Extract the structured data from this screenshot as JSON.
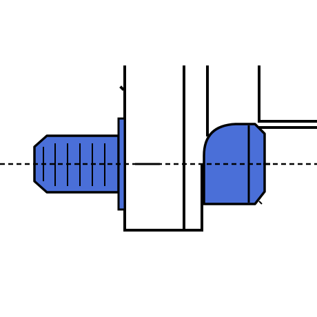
{
  "colors": {
    "background": "#ffffff",
    "part_fill": "#4a6fd8",
    "outline": "#000000",
    "centerline": "#000000"
  },
  "parts": [
    {
      "name": "threaded-screw",
      "fill": "#4a6fd8"
    },
    {
      "name": "flange-washer",
      "fill": "#4a6fd8"
    },
    {
      "name": "rounded-cap",
      "fill": "#4a6fd8"
    }
  ],
  "centerline": {
    "style": "dashed"
  }
}
